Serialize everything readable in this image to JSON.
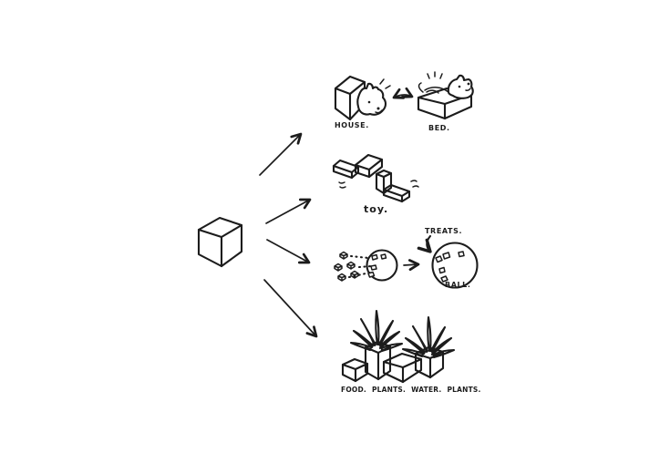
{
  "scene": {
    "background": "#ffffff",
    "ink": "#1c1c1c",
    "source": {
      "icon": "cardboard-box-icon"
    },
    "branches": [
      {
        "items": [
          {
            "icon": "dog-peeking-box-icon",
            "label": "HOUSE."
          },
          {
            "icon": "swap-arrow-icon"
          },
          {
            "icon": "dog-lying-box-icon",
            "label": "BED."
          }
        ]
      },
      {
        "items": [
          {
            "icon": "folding-blocks-toy-icon",
            "label": "toy."
          }
        ]
      },
      {
        "items": [
          {
            "icon": "treat-cubes-scatter-icon"
          },
          {
            "icon": "holey-ball-icon"
          },
          {
            "icon": "forward-arrow-icon"
          },
          {
            "icon": "treat-ball-icon",
            "label": "BALL.",
            "annotation": "TREATS."
          }
        ]
      },
      {
        "items": [
          {
            "icon": "planter-boxes-icon"
          }
        ],
        "caption": [
          "FOOD.",
          "PLANTS.",
          "WATER.",
          "PLANTS."
        ]
      }
    ]
  }
}
